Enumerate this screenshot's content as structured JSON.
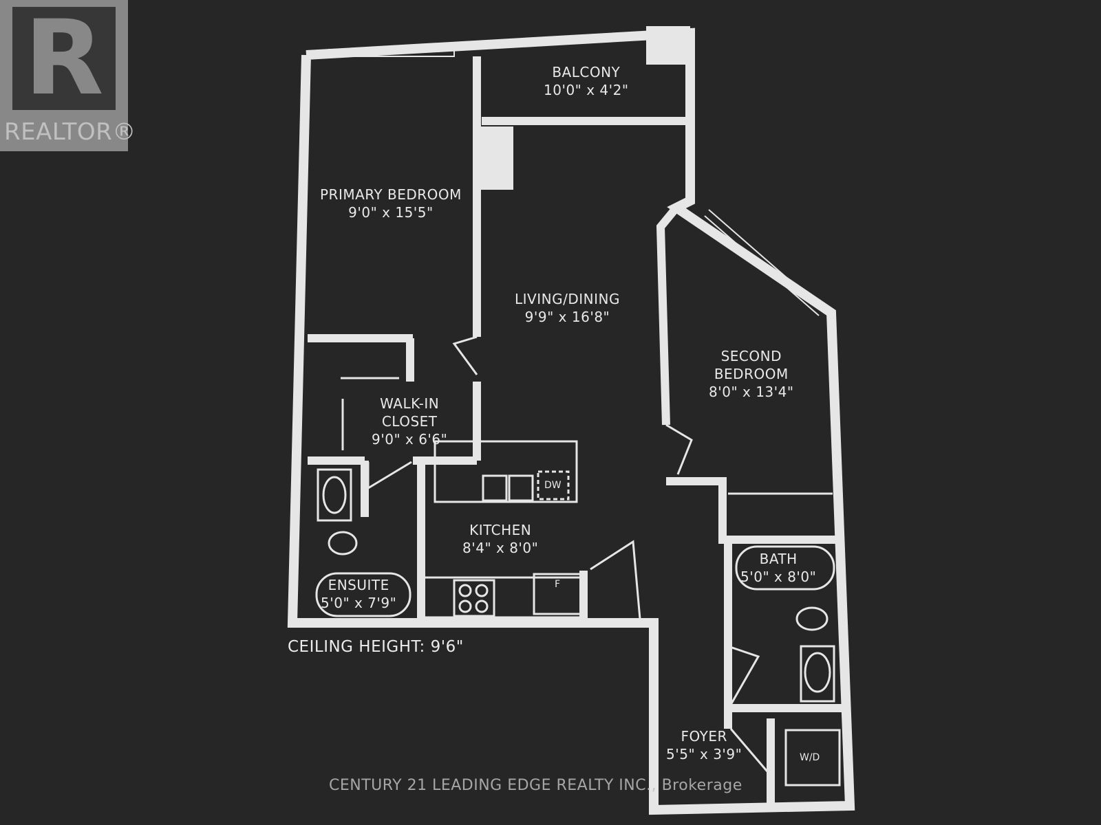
{
  "logo": {
    "mark": "R",
    "text": "REALTOR®"
  },
  "rooms": {
    "balcony": {
      "name": "BALCONY",
      "dim": "10'0\" x 4'2\""
    },
    "primary_bedroom": {
      "name": "PRIMARY BEDROOM",
      "dim": "9'0\" x 15'5\""
    },
    "living_dining": {
      "name": "LIVING/DINING",
      "dim": "9'9\" x 16'8\""
    },
    "second_bedroom": {
      "name1": "SECOND",
      "name2": "BEDROOM",
      "dim": "8'0\" x 13'4\""
    },
    "walk_in_closet": {
      "name1": "WALK-IN",
      "name2": "CLOSET",
      "dim": "9'0\" x 6'6\""
    },
    "kitchen": {
      "name": "KITCHEN",
      "dim": "8'4\" x 8'0\""
    },
    "ensuite": {
      "name": "ENSUITE",
      "dim": "5'0\" x 7'9\""
    },
    "bath": {
      "name": "BATH",
      "dim": "5'0\" x 8'0\""
    },
    "foyer": {
      "name": "FOYER",
      "dim": "5'5\" x 3'9\""
    }
  },
  "appliances": {
    "dishwasher": "DW",
    "fridge": "F",
    "washer_dryer": "W/D"
  },
  "ceiling_height": "CEILING HEIGHT: 9'6\"",
  "watermark": "CENTURY 21 LEADING EDGE REALTY INC., Brokerage",
  "colors": {
    "background": "#262626",
    "walls": "#e6e6e6"
  }
}
